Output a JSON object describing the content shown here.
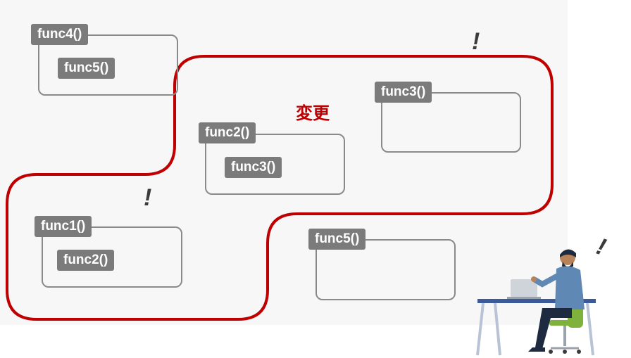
{
  "diagram": {
    "blocks": [
      {
        "id": "func4",
        "outer": "func4()",
        "inner": "func5()"
      },
      {
        "id": "func3",
        "outer": "func3()"
      },
      {
        "id": "func2",
        "outer": "func2()",
        "inner": "func3()"
      },
      {
        "id": "func1",
        "outer": "func1()",
        "inner": "func2()"
      },
      {
        "id": "func5",
        "outer": "func5()"
      }
    ],
    "change_label": "変更",
    "alerts": [
      "!",
      "!",
      "!"
    ],
    "colors": {
      "highlight": "#c00000",
      "label_bg": "#7b7b7b",
      "box_border": "#8a8a8a"
    },
    "illustration": "person-at-laptop-desk"
  }
}
